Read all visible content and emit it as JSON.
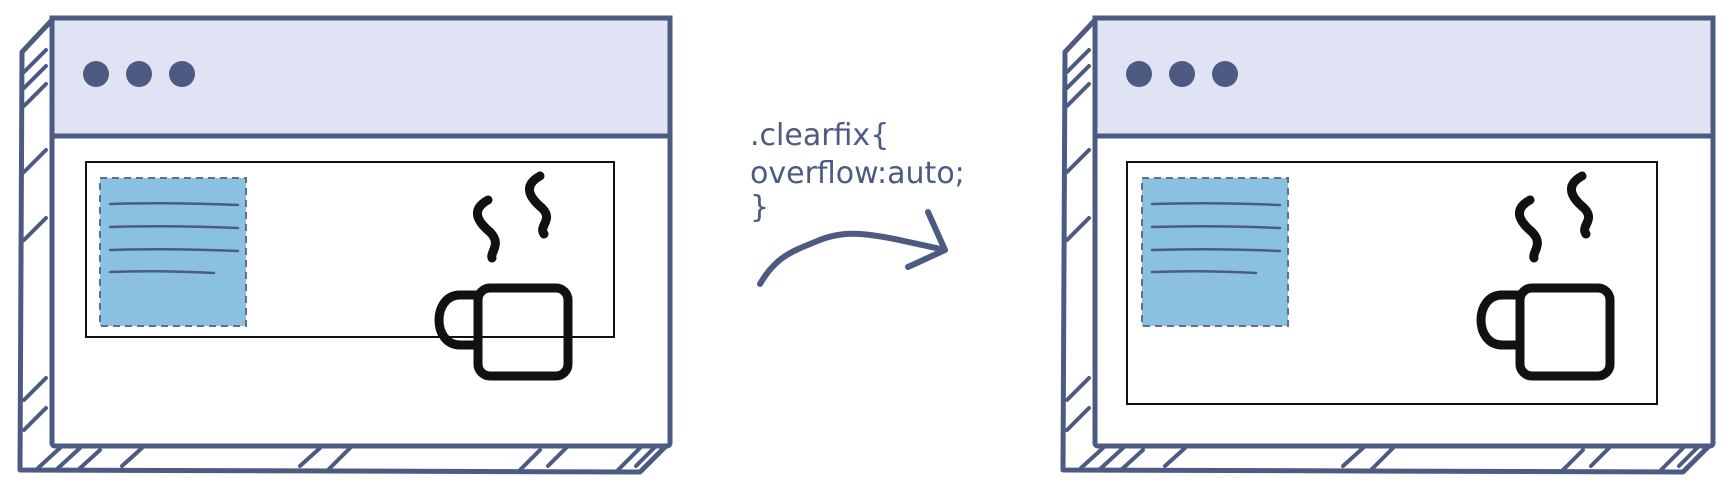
{
  "code_snippet": {
    "lines": [
      ".clearfix{",
      "overflow:auto;",
      "}"
    ]
  },
  "colors": {
    "frame_stroke": "#4d5b82",
    "titlebar_fill": "#dfe3f3",
    "window_dot": "#4d5b82",
    "float_block_fill": "#8bc1e0",
    "float_block_border": "#5f6f8c",
    "text_line": "#4d5b82",
    "container_border": "#111111",
    "mug_stroke": "#111111",
    "code_text": "#4d5b82",
    "arrow": "#4d5b82"
  },
  "panels": [
    {
      "state": "before",
      "window_buttons": 3,
      "floated_block_text_lines": 4,
      "floated_block_style": "dashed",
      "icon": "coffee-mug-icon",
      "container_collapsed": true
    },
    {
      "state": "after",
      "window_buttons": 3,
      "floated_block_text_lines": 4,
      "floated_block_style": "dashed",
      "icon": "coffee-mug-icon",
      "container_collapsed": false
    }
  ]
}
